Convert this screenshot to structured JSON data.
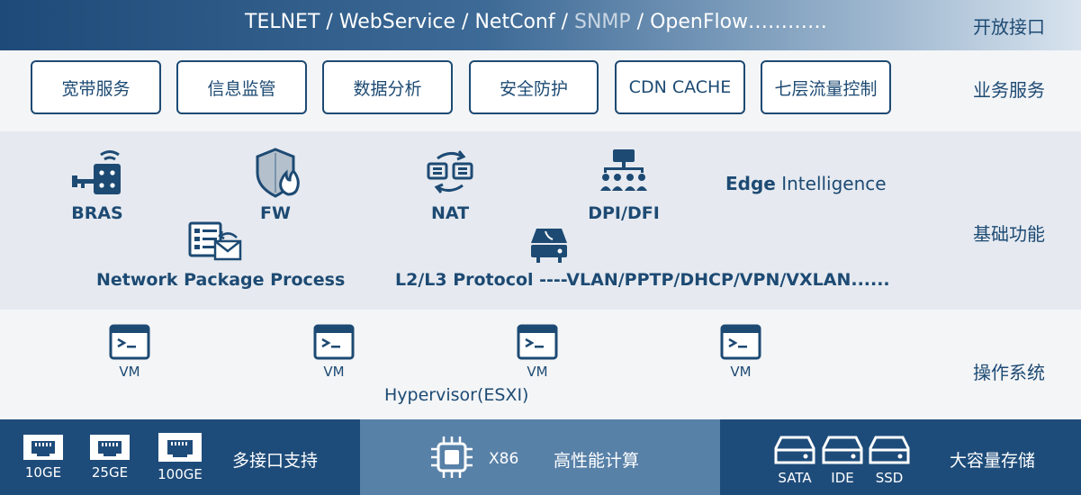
{
  "top": {
    "protocols_a": "TELNET / WebService / NetConf /",
    "protocols_b": " SNMP",
    "protocols_c": " / OpenFlow…………",
    "label": "开放接口"
  },
  "services": {
    "items": [
      "宽带服务",
      "信息监管",
      "数据分析",
      "安全防护",
      "CDN CACHE",
      "七层流量控制"
    ],
    "label": "业务服务"
  },
  "base": {
    "functions": [
      "BRAS",
      "FW",
      "NAT",
      "DPI/DFI"
    ],
    "edge_bold": "Edge",
    "edge_rest": " Intelligence",
    "network_package": "Network Package Process",
    "protocol_line": "L2/L3 Protocol ----VLAN/PPTP/DHCP/VPN/VXLAN......",
    "label": "基础功能"
  },
  "os": {
    "vms": [
      "VM",
      "VM",
      "VM",
      "VM"
    ],
    "hypervisor": "Hypervisor(ESXI)",
    "label": "操作系统"
  },
  "hardware": {
    "ports": [
      "10GE",
      "25GE",
      "100GE"
    ],
    "multi_port": "多接口支持",
    "cpu": "X86",
    "compute": "高性能计算",
    "disks": [
      "SATA",
      "IDE",
      "SSD"
    ],
    "storage": "大容量存储"
  }
}
